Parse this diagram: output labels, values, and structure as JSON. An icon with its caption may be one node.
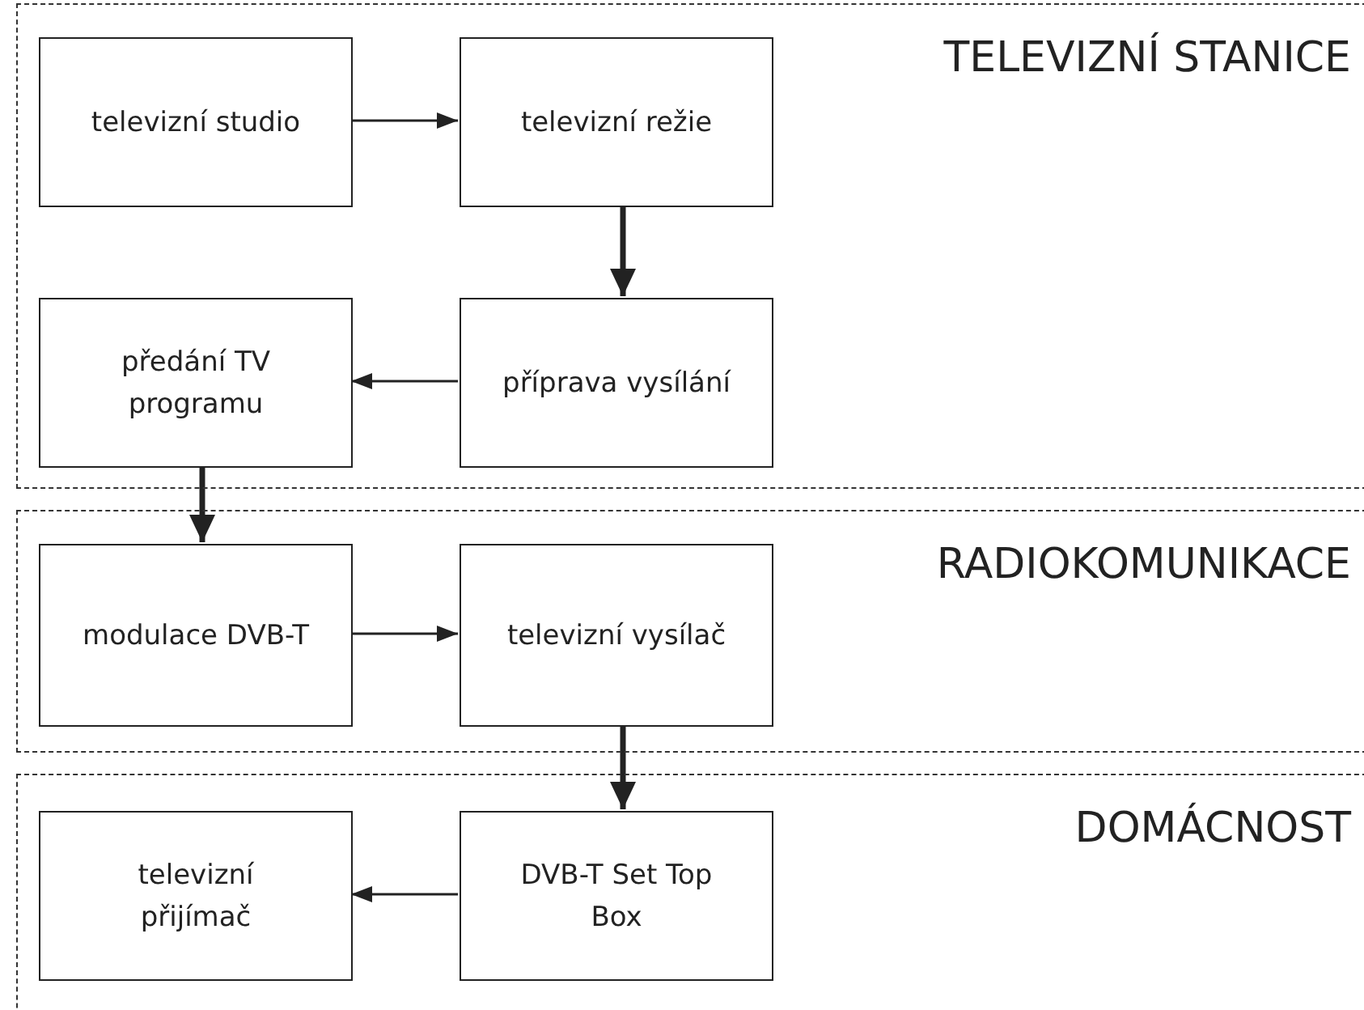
{
  "diagram": {
    "nodes": [
      {
        "text": [
          "TELEVIZNÍ STANICE"
        ]
      },
      {
        "text": [
          "televizní studio"
        ],
        "in": 0
      },
      {
        "text": [
          "televizní režie"
        ],
        "in": 0
      },
      {
        "text": [
          "předání TV programu"
        ],
        "in": 0
      },
      {
        "text": [
          "příprava vysílání"
        ],
        "in": 0
      },
      {
        "text": [
          "RADIOKOMUNIKACE"
        ]
      },
      {
        "text": [
          "modulace DVB-T"
        ],
        "in": 5
      },
      {
        "text": [
          "televizní vysílač"
        ],
        "in": 5
      },
      {
        "text": [
          "DOMÁCNOST"
        ]
      },
      {
        "text": [
          "televizní přijímač"
        ],
        "in": 8
      },
      {
        "text": [
          "DVB-T Set Top Box"
        ],
        "in": 8
      }
    ],
    "edges": [
      {
        "from": 1,
        "to": 2,
        "arrow": "to"
      },
      {
        "from": 2,
        "to": 4,
        "arrow": "to",
        "style": "thick"
      },
      {
        "from": 4,
        "to": 3,
        "arrow": "to"
      },
      {
        "from": 3,
        "to": 6,
        "arrow": "to",
        "style": "thick"
      },
      {
        "from": 6,
        "to": 7,
        "arrow": "to"
      },
      {
        "from": 7,
        "to": 10,
        "arrow": "to",
        "style": "thick"
      },
      {
        "from": 10,
        "to": 9,
        "arrow": "to"
      }
    ]
  }
}
